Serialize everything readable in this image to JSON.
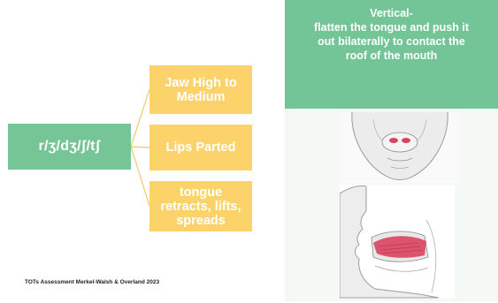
{
  "diagram": {
    "root": {
      "label": "r/ʒ/dʒ/ʃ/tʃ"
    },
    "branches": [
      {
        "label": "Jaw High to Medium"
      },
      {
        "label": "Lips Parted"
      },
      {
        "label": "tongue retracts, lifts, spreads"
      }
    ]
  },
  "citation": "TOTs Assessment Merkel-Walsh & Overland 2023",
  "instruction": {
    "lines": [
      "Vertical-",
      "flatten the tongue and push it",
      "out bilaterally to contact the",
      "roof of the mouth"
    ]
  },
  "illustrations": [
    {
      "icon": "face-front-tongue-icon"
    },
    {
      "icon": "face-side-tongue-icon"
    }
  ],
  "colors": {
    "green": "#75c596",
    "yellow": "#fbd36a",
    "connector": "#f2c86a",
    "tongue": "#d9435f"
  }
}
